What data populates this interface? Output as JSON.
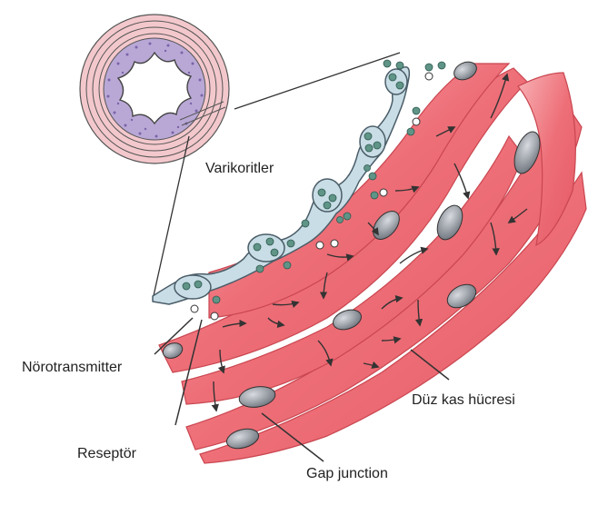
{
  "labels": {
    "varicosities": "Varikoritler",
    "neurotransmitter": "Nörotransmitter",
    "receptor": "Reseptör",
    "gap_junction": "Gap junction",
    "smooth_muscle_cell": "Düz kas hücresi"
  },
  "colors": {
    "muscle": "#ee6f78",
    "muscle_light": "#f7b1b5",
    "muscle_edge": "#c94650",
    "nucleus": "#8d939c",
    "axon": "#c9dde6",
    "axon_edge": "#4a5d68",
    "vesicle": "#5f9487",
    "ring": "#f3c8cc",
    "ring_inner": "#b9a8d6"
  }
}
